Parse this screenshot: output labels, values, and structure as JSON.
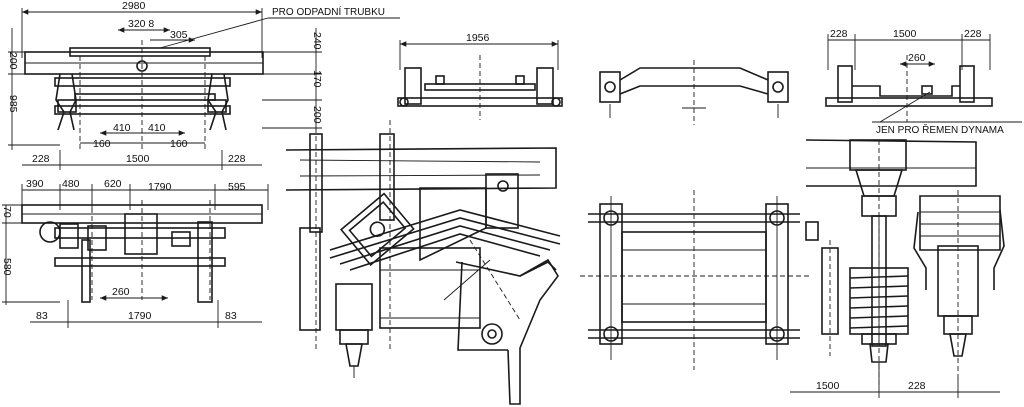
{
  "notes": {
    "odpadni_trubka": "PRO ODPADNÍ TRUBKU",
    "remen_dynama": "JEN PRO ŘEMEN DYNAMA"
  },
  "dims": {
    "d2980": "2980",
    "d3208": "320 8",
    "d305": "305",
    "d200": "200",
    "d985": "985",
    "d240": "240",
    "d170": "170",
    "d200b": "200",
    "d410a": "410",
    "d410b": "410",
    "d160a": "160",
    "d160b": "160",
    "d228a": "228",
    "d1500a": "1500",
    "d228b": "228",
    "d390": "390",
    "d480": "480",
    "d620": "620",
    "d1790a": "1790",
    "d595": "595",
    "d70": "70",
    "d580": "580",
    "d260a": "260",
    "d83a": "83",
    "d1790b": "1790",
    "d83b": "83",
    "d1956": "1956",
    "d228c": "228",
    "d1500b": "1500",
    "d228d": "228",
    "d260b": "260",
    "d1500c": "1500",
    "d228e": "228"
  }
}
